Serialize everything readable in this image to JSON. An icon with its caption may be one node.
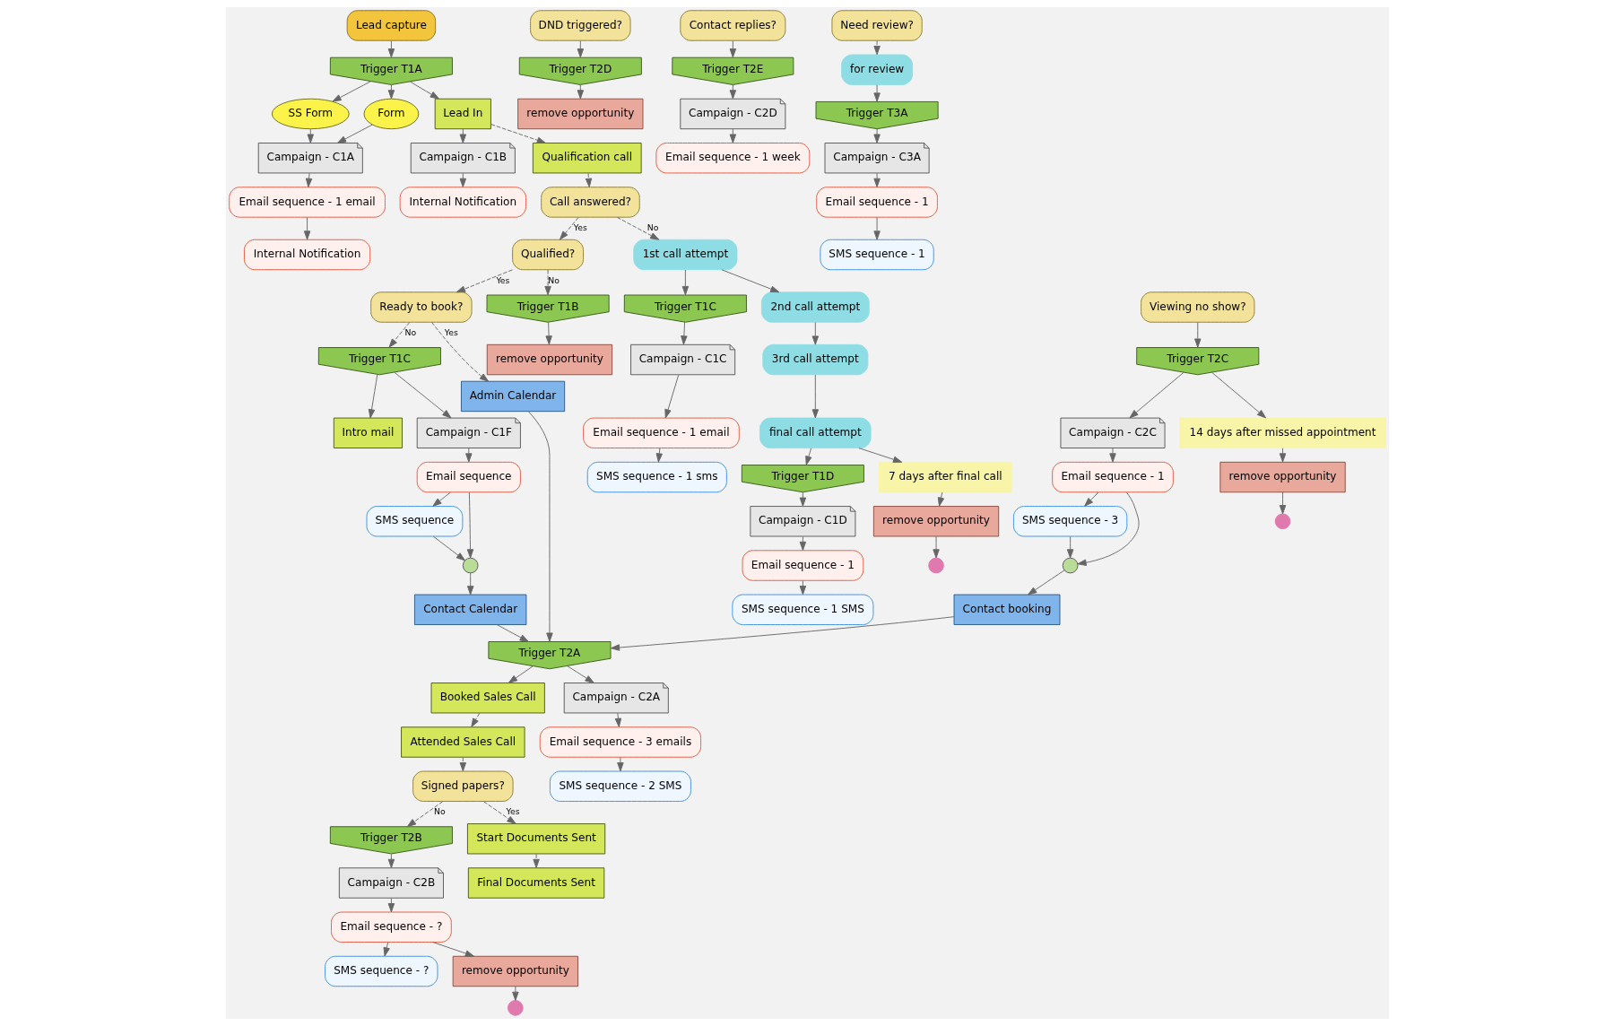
{
  "diagram": {
    "nodes": [
      {
        "text": [
          "Lead capture"
        ]
      },
      {
        "text": [
          "Trigger T1A"
        ]
      },
      {
        "text": [
          "SS Form"
        ]
      },
      {
        "text": [
          "Form"
        ]
      },
      {
        "text": [
          "Campaign - C1A"
        ]
      },
      {
        "text": [
          "Email sequence - 1 email"
        ]
      },
      {
        "text": [
          "Internal Notification"
        ]
      },
      {
        "text": [
          "Lead In"
        ]
      },
      {
        "text": [
          "Campaign - C1B"
        ]
      },
      {
        "text": [
          "Internal Notification"
        ]
      },
      {
        "text": [
          "Qualification call"
        ]
      },
      {
        "text": [
          "Call answered?"
        ]
      },
      {
        "text": [
          "Qualified?"
        ]
      },
      {
        "text": [
          "Ready to book?"
        ]
      },
      {
        "text": [
          "Trigger T1B"
        ]
      },
      {
        "text": [
          "remove opportunity"
        ]
      },
      {
        "text": [
          "Trigger T1C"
        ]
      },
      {
        "text": [
          "Intro mail"
        ]
      },
      {
        "text": [
          "Campaign - C1F"
        ]
      },
      {
        "text": [
          "Email sequence"
        ]
      },
      {
        "text": [
          "SMS sequence"
        ]
      },
      {
        "text": [],
        "shape": "circle"
      },
      {
        "text": [
          "Contact Calendar"
        ]
      },
      {
        "text": [
          "Admin Calendar"
        ]
      },
      {
        "text": [
          "Trigger T2A"
        ]
      },
      {
        "text": [
          "Booked Sales Call"
        ]
      },
      {
        "text": [
          "Campaign - C2A"
        ]
      },
      {
        "text": [
          "Email sequence - 3 emails"
        ]
      },
      {
        "text": [
          "SMS sequence - 2 SMS"
        ]
      },
      {
        "text": [
          "Attended Sales Call"
        ]
      },
      {
        "text": [
          "Signed papers?"
        ]
      },
      {
        "text": [
          "Trigger T2B"
        ]
      },
      {
        "text": [
          "Campaign - C2B"
        ]
      },
      {
        "text": [
          "Email sequence - ?"
        ]
      },
      {
        "text": [
          "SMS sequence - ?"
        ]
      },
      {
        "text": [
          "remove opportunity"
        ]
      },
      {
        "text": [],
        "shape": "circle"
      },
      {
        "text": [
          "Start Documents Sent"
        ]
      },
      {
        "text": [
          "Final Documents Sent"
        ]
      },
      {
        "text": [
          "1st call attempt"
        ]
      },
      {
        "text": [
          "Trigger T1C"
        ]
      },
      {
        "text": [
          "Campaign - C1C"
        ]
      },
      {
        "text": [
          "Email sequence - 1 email"
        ]
      },
      {
        "text": [
          "SMS sequence - 1 sms"
        ]
      },
      {
        "text": [
          "2nd call attempt"
        ]
      },
      {
        "text": [
          "3rd call attempt"
        ]
      },
      {
        "text": [
          "final call attempt"
        ]
      },
      {
        "text": [
          "Trigger T1D"
        ]
      },
      {
        "text": [
          "Campaign - C1D"
        ]
      },
      {
        "text": [
          "Email sequence - 1"
        ]
      },
      {
        "text": [
          "SMS sequence - 1 SMS"
        ]
      },
      {
        "text": [
          "7 days after final call"
        ]
      },
      {
        "text": [
          "remove opportunity"
        ]
      },
      {
        "text": [],
        "shape": "circle"
      },
      {
        "text": [
          "Viewing no show?"
        ]
      },
      {
        "text": [
          "Trigger T2C"
        ]
      },
      {
        "text": [
          "Campaign - C2C"
        ]
      },
      {
        "text": [
          "Email sequence - 1"
        ]
      },
      {
        "text": [
          "SMS sequence - 3"
        ]
      },
      {
        "text": [],
        "shape": "circle"
      },
      {
        "text": [
          "Contact booking"
        ]
      },
      {
        "text": [
          "14 days after missed appointment"
        ]
      },
      {
        "text": [
          "remove opportunity"
        ]
      },
      {
        "text": [],
        "shape": "circle"
      },
      {
        "text": [
          "DND triggered?"
        ]
      },
      {
        "text": [
          "Trigger T2D"
        ]
      },
      {
        "text": [
          "remove opportunity"
        ]
      },
      {
        "text": [
          "Contact replies?"
        ]
      },
      {
        "text": [
          "Trigger T2E"
        ]
      },
      {
        "text": [
          "Campaign - C2D"
        ]
      },
      {
        "text": [
          "Email sequence - 1 week"
        ]
      },
      {
        "text": [
          "Need review?"
        ]
      },
      {
        "text": [
          "for review"
        ]
      },
      {
        "text": [
          "Trigger T3A"
        ]
      },
      {
        "text": [
          "Campaign - C3A"
        ]
      },
      {
        "text": [
          "Email sequence - 1"
        ]
      },
      {
        "text": [
          "SMS sequence - 1"
        ]
      }
    ],
    "edges": [
      {
        "from": 0,
        "to": 1,
        "arrow": "to"
      },
      {
        "from": 1,
        "to": 7,
        "arrow": "to"
      },
      {
        "from": 1,
        "to": 2,
        "arrow": "to"
      },
      {
        "from": 1,
        "to": 3,
        "arrow": "to"
      },
      {
        "from": 2,
        "to": 4,
        "arrow": "to"
      },
      {
        "from": 3,
        "to": 4,
        "arrow": "to"
      },
      {
        "from": 4,
        "to": 5,
        "arrow": "to"
      },
      {
        "from": 5,
        "to": 6,
        "arrow": "to"
      },
      {
        "from": 7,
        "to": 8,
        "arrow": "to"
      },
      {
        "from": 8,
        "to": 9,
        "arrow": "to"
      },
      {
        "from": 7,
        "to": 10,
        "arrow": "to",
        "style": "dashed"
      },
      {
        "from": 10,
        "to": 11,
        "arrow": "to",
        "style": "dashed"
      },
      {
        "from": 11,
        "to": 12,
        "arrow": "to",
        "label": "Yes",
        "style": "dashed"
      },
      {
        "from": 12,
        "to": 13,
        "arrow": "to",
        "label": "Yes",
        "style": "dashed"
      },
      {
        "from": 13,
        "to": 23,
        "arrow": "to",
        "label": "Yes",
        "style": "dashed"
      },
      {
        "from": 13,
        "to": 16,
        "arrow": "to",
        "label": "No",
        "style": "dashed"
      },
      {
        "from": 12,
        "to": 14,
        "arrow": "to",
        "label": "No",
        "style": "dashed"
      },
      {
        "from": 14,
        "to": 15,
        "arrow": "to"
      },
      {
        "from": 16,
        "to": 17,
        "arrow": "to"
      },
      {
        "from": 16,
        "to": 18,
        "arrow": "to"
      },
      {
        "from": 18,
        "to": 19,
        "arrow": "to"
      },
      {
        "from": 19,
        "to": 20,
        "arrow": "to"
      },
      {
        "from": 19,
        "to": 21,
        "arrow": "to"
      },
      {
        "from": 20,
        "to": 21,
        "arrow": "to"
      },
      {
        "from": 21,
        "to": 22,
        "arrow": "to"
      },
      {
        "from": 22,
        "to": 24,
        "arrow": "to"
      },
      {
        "from": 23,
        "to": 24,
        "arrow": "to"
      },
      {
        "from": 24,
        "to": 25,
        "arrow": "to"
      },
      {
        "from": 24,
        "to": 26,
        "arrow": "to"
      },
      {
        "from": 26,
        "to": 27,
        "arrow": "to"
      },
      {
        "from": 27,
        "to": 28,
        "arrow": "to"
      },
      {
        "from": 25,
        "to": 29,
        "arrow": "to",
        "style": "dashed"
      },
      {
        "from": 29,
        "to": 30,
        "arrow": "to",
        "style": "dashed"
      },
      {
        "from": 30,
        "to": 37,
        "arrow": "to",
        "label": "Yes",
        "style": "dashed"
      },
      {
        "from": 30,
        "to": 31,
        "arrow": "to",
        "label": "No",
        "style": "dashed"
      },
      {
        "from": 31,
        "to": 32,
        "arrow": "to"
      },
      {
        "from": 32,
        "to": 33,
        "arrow": "to"
      },
      {
        "from": 33,
        "to": 34,
        "arrow": "to"
      },
      {
        "from": 33,
        "to": 35,
        "arrow": "to"
      },
      {
        "from": 35,
        "to": 36,
        "arrow": "to"
      },
      {
        "from": 37,
        "to": 38,
        "arrow": "to",
        "style": "dashed"
      },
      {
        "from": 11,
        "to": 39,
        "arrow": "to",
        "label": "No",
        "style": "dashed"
      },
      {
        "from": 39,
        "to": 40,
        "arrow": "to"
      },
      {
        "from": 40,
        "to": 41,
        "arrow": "to"
      },
      {
        "from": 41,
        "to": 42,
        "arrow": "to"
      },
      {
        "from": 42,
        "to": 43,
        "arrow": "to"
      },
      {
        "from": 39,
        "to": 44,
        "arrow": "to"
      },
      {
        "from": 44,
        "to": 45,
        "arrow": "to"
      },
      {
        "from": 45,
        "to": 46,
        "arrow": "to"
      },
      {
        "from": 46,
        "to": 47,
        "arrow": "to"
      },
      {
        "from": 47,
        "to": 48,
        "arrow": "to"
      },
      {
        "from": 48,
        "to": 49,
        "arrow": "to"
      },
      {
        "from": 49,
        "to": 50,
        "arrow": "to"
      },
      {
        "from": 46,
        "to": 51,
        "arrow": "to"
      },
      {
        "from": 51,
        "to": 52,
        "arrow": "to"
      },
      {
        "from": 52,
        "to": 53,
        "arrow": "to"
      },
      {
        "from": 54,
        "to": 55,
        "arrow": "to"
      },
      {
        "from": 55,
        "to": 56,
        "arrow": "to"
      },
      {
        "from": 56,
        "to": 57,
        "arrow": "to"
      },
      {
        "from": 57,
        "to": 58,
        "arrow": "to"
      },
      {
        "from": 57,
        "to": 59,
        "arrow": "to"
      },
      {
        "from": 58,
        "to": 59,
        "arrow": "to"
      },
      {
        "from": 59,
        "to": 60,
        "arrow": "to"
      },
      {
        "from": 60,
        "to": 24,
        "arrow": "to"
      },
      {
        "from": 55,
        "to": 61,
        "arrow": "to"
      },
      {
        "from": 61,
        "to": 62,
        "arrow": "to"
      },
      {
        "from": 62,
        "to": 63,
        "arrow": "to"
      },
      {
        "from": 64,
        "to": 65,
        "arrow": "to"
      },
      {
        "from": 65,
        "to": 66,
        "arrow": "to"
      },
      {
        "from": 67,
        "to": 68,
        "arrow": "to"
      },
      {
        "from": 68,
        "to": 69,
        "arrow": "to"
      },
      {
        "from": 69,
        "to": 70,
        "arrow": "to"
      },
      {
        "from": 71,
        "to": 72,
        "arrow": "to",
        "style": "dashed"
      },
      {
        "from": 72,
        "to": 73,
        "arrow": "to"
      },
      {
        "from": 73,
        "to": 74,
        "arrow": "to"
      },
      {
        "from": 74,
        "to": 75,
        "arrow": "to"
      },
      {
        "from": 75,
        "to": 76,
        "arrow": "to"
      }
    ]
  }
}
